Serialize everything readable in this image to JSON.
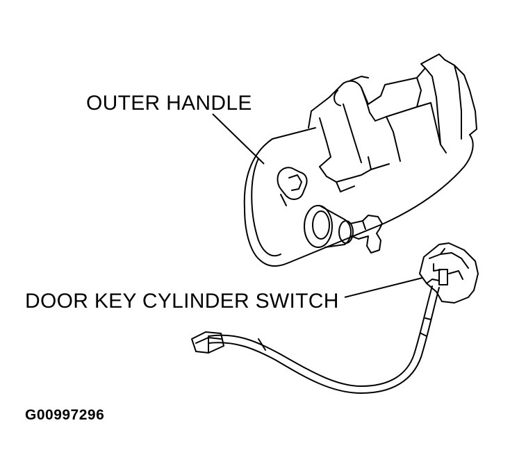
{
  "diagram": {
    "labels": {
      "outer_handle": "OUTER HANDLE",
      "door_key_cylinder_switch": "DOOR KEY CYLINDER SWITCH"
    },
    "figure_id": "G00997296",
    "colors": {
      "line": "#000000",
      "background": "#ffffff"
    }
  }
}
